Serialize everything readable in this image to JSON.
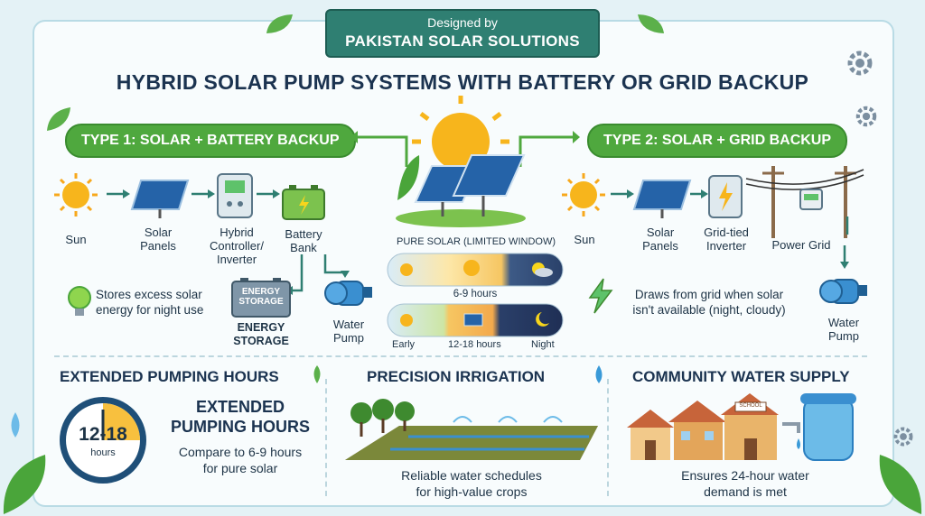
{
  "banner": {
    "line1": "Designed by",
    "line2": "PAKISTAN SOLAR SOLUTIONS"
  },
  "title": "HYBRID SOLAR PUMP SYSTEMS WITH BATTERY OR GRID BACKUP",
  "type1": {
    "header": "TYPE 1: SOLAR + BATTERY BACKUP",
    "sun": "Sun",
    "panels": [
      "Solar",
      "Panels"
    ],
    "controller": [
      "Hybrid",
      "Controller/",
      "Inverter"
    ],
    "battery": [
      "Battery",
      "Bank"
    ],
    "note": [
      "Stores excess solar",
      "energy for night use"
    ],
    "storage_icon": [
      "ENERGY",
      "STORAGE"
    ],
    "storage_label": [
      "ENERGY",
      "STORAGE"
    ],
    "pump": [
      "Water",
      "Pump"
    ]
  },
  "center": {
    "pure_solar_label": "PURE SOLAR (LIMITED WINDOW)",
    "pure_hours": "6-9 hours",
    "hybrid_early": "Early",
    "hybrid_hours": "12-18 hours",
    "hybrid_night": "Night"
  },
  "type2": {
    "header": "TYPE 2: SOLAR + GRID BACKUP",
    "sun": "Sun",
    "panels": [
      "Solar",
      "Panels"
    ],
    "inverter": [
      "Grid-tied",
      "Inverter"
    ],
    "grid": "Power Grid",
    "note": [
      "Draws from grid when solar",
      "isn't available (night, cloudy)"
    ],
    "pump": [
      "Water",
      "Pump"
    ]
  },
  "benefits": {
    "extended": {
      "heading": "EXTENDED PUMPING HOURS",
      "big": [
        "EXTENDED",
        "PUMPING HOURS"
      ],
      "desc": [
        "Compare to 6-9 hours",
        "for pure solar"
      ],
      "clock_text": "12-18",
      "clock_sub": "hours"
    },
    "irrigation": {
      "heading": "PRECISION IRRIGATION",
      "desc": [
        "Reliable water schedules",
        "for high-value crops"
      ]
    },
    "community": {
      "heading": "COMMUNITY WATER SUPPLY",
      "school_sign": "SCHOOL",
      "desc": [
        "Ensures 24-hour water",
        "demand is met"
      ]
    }
  },
  "colors": {
    "green": "#4fa83e",
    "teal": "#2f7f72",
    "navy": "#1b3350",
    "sun": "#f7b51c",
    "blue": "#2b8fd6"
  }
}
